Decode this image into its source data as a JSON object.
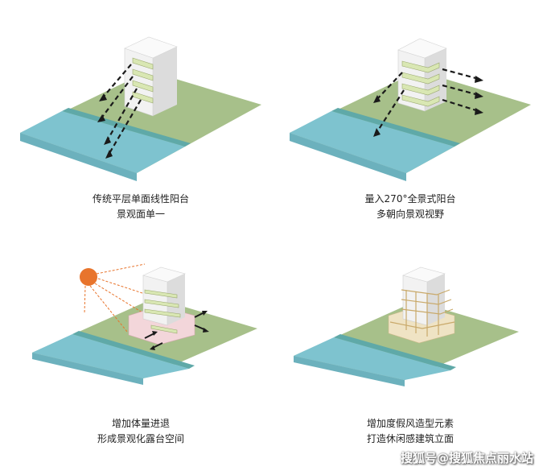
{
  "panels": [
    {
      "caption_line1": "传统平层单面线性阳台",
      "caption_line2": "景观面单一"
    },
    {
      "caption_line1": "量入270°全景式阳台",
      "caption_line2": "多朝向景观视野"
    },
    {
      "caption_line1": "增加体量进退",
      "caption_line2": "形成景观化露台空间"
    },
    {
      "caption_line1": "增加度假风造型元素",
      "caption_line2": "打造休闲感建筑立面"
    }
  ],
  "watermark": "搜狐号@搜狐焦点丽水站",
  "colors": {
    "grass": "#a7c08a",
    "grass_side": "#8fa976",
    "water": "#7ec3cf",
    "water_strip": "#5fa9a8",
    "building": "#f2f2f2",
    "building_shade": "#dcdcdc",
    "balcony": "#d9e7b3",
    "terrace_pink": "#f3d6da",
    "sun": "#e8742c",
    "arrow": "#1a1a1a"
  }
}
